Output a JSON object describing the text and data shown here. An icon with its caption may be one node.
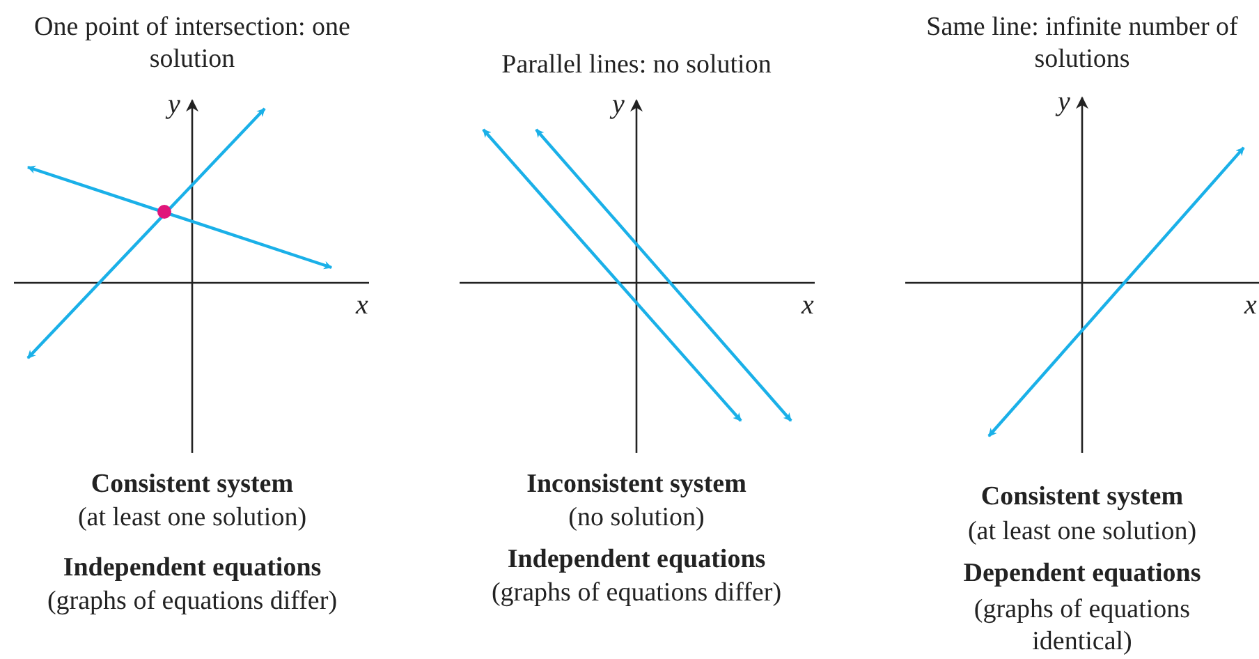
{
  "diagram": {
    "labels": [
      "One point of intersection: one solution",
      "y",
      "x",
      "Consistent system",
      "(at least one solution)",
      "Independent equations",
      "(graphs of equations differ)",
      "Parallel lines: no solution",
      "y",
      "x",
      "Inconsistent system",
      "(no solution)",
      "Independent equations",
      "(graphs of equations differ)",
      "Same line: infinite number of solutions",
      "y",
      "x",
      "Consistent system",
      "(at least one solution)",
      "Dependent equations",
      "(graphs of equations identical)"
    ]
  }
}
